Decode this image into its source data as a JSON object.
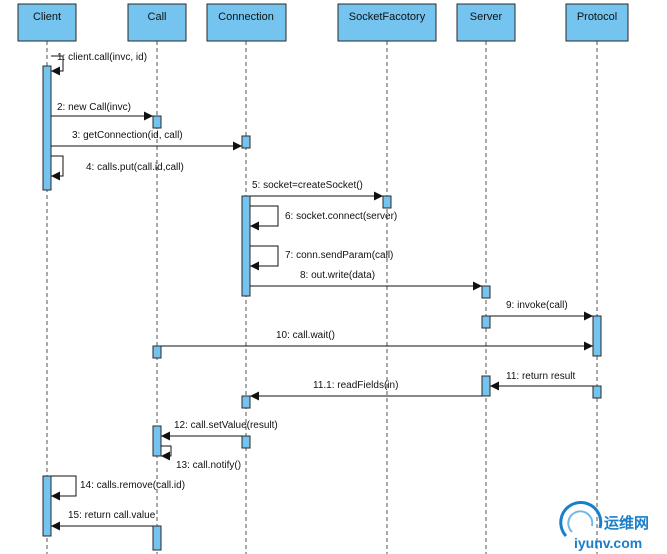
{
  "lifelines": [
    {
      "id": "client",
      "name": "Client"
    },
    {
      "id": "call",
      "name": "Call"
    },
    {
      "id": "connection",
      "name": "Connection"
    },
    {
      "id": "socketfactory",
      "name": "SocketFacotory"
    },
    {
      "id": "server",
      "name": "Server"
    },
    {
      "id": "protocol",
      "name": "Protocol"
    }
  ],
  "messages": [
    {
      "id": "m1",
      "label": "1: client.call(invc, id)",
      "from": "client",
      "to": "client"
    },
    {
      "id": "m2",
      "label": "2: new Call(invc)",
      "from": "client",
      "to": "call"
    },
    {
      "id": "m3",
      "label": "3: getConnection(id, call)",
      "from": "client",
      "to": "connection"
    },
    {
      "id": "m4",
      "label": "4: calls.put(call.id,call)",
      "from": "client",
      "to": "client"
    },
    {
      "id": "m5",
      "label": "5: socket=createSocket()",
      "from": "connection",
      "to": "socketfactory"
    },
    {
      "id": "m6",
      "label": "6: socket.connect(server)",
      "from": "connection",
      "to": "connection"
    },
    {
      "id": "m7",
      "label": "7: conn.sendParam(call)",
      "from": "connection",
      "to": "connection"
    },
    {
      "id": "m8",
      "label": "8: out.write(data)",
      "from": "connection",
      "to": "server"
    },
    {
      "id": "m9",
      "label": "9: invoke(call)",
      "from": "server",
      "to": "protocol"
    },
    {
      "id": "m10",
      "label": "10: call.wait()",
      "from": "call",
      "to": "protocol"
    },
    {
      "id": "m11",
      "label": "11: return result",
      "from": "protocol",
      "to": "server"
    },
    {
      "id": "m11_1",
      "label": "11.1: readFields(in)",
      "from": "server",
      "to": "connection"
    },
    {
      "id": "m12",
      "label": "12: call.setValue(result)",
      "from": "connection",
      "to": "call"
    },
    {
      "id": "m13",
      "label": "13: call.notify()",
      "from": "call",
      "to": "call"
    },
    {
      "id": "m14",
      "label": "14: calls.remove(call.id)",
      "from": "client",
      "to": "client"
    },
    {
      "id": "m15",
      "label": "15: return call.value",
      "from": "call",
      "to": "client"
    }
  ],
  "watermark": {
    "brand": "运维网",
    "domain": "iyunv.com"
  },
  "colors": {
    "header_fill": "#74c4ef",
    "activation_fill": "#74c4ef",
    "line": "#111111",
    "watermark": "#1a7fc9"
  }
}
